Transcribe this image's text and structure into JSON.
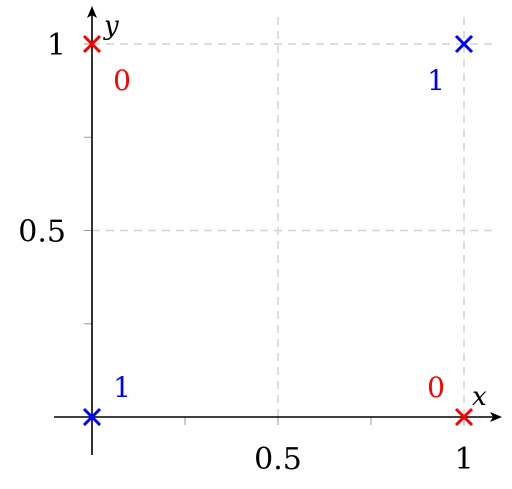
{
  "chart_data": {
    "type": "scatter",
    "title": "",
    "xlabel": "x",
    "ylabel": "y",
    "xlim": [
      -0.1,
      1.1
    ],
    "ylim": [
      -0.05,
      1.1
    ],
    "grid": true,
    "x_ticks": [
      0.5,
      1
    ],
    "x_tick_labels": [
      "0.5",
      "1"
    ],
    "y_ticks": [
      0.5,
      1
    ],
    "y_tick_labels": [
      "0.5",
      "1"
    ],
    "points": [
      {
        "x": 0,
        "y": 0,
        "label": "1",
        "color": "#0000ff",
        "label_position": "upper-right"
      },
      {
        "x": 0,
        "y": 1,
        "label": "0",
        "color": "#ff0000",
        "label_position": "lower-right"
      },
      {
        "x": 1,
        "y": 0,
        "label": "0",
        "color": "#ff0000",
        "label_position": "upper-left"
      },
      {
        "x": 1,
        "y": 1,
        "label": "1",
        "color": "#0000ff",
        "label_position": "lower-left"
      }
    ]
  }
}
